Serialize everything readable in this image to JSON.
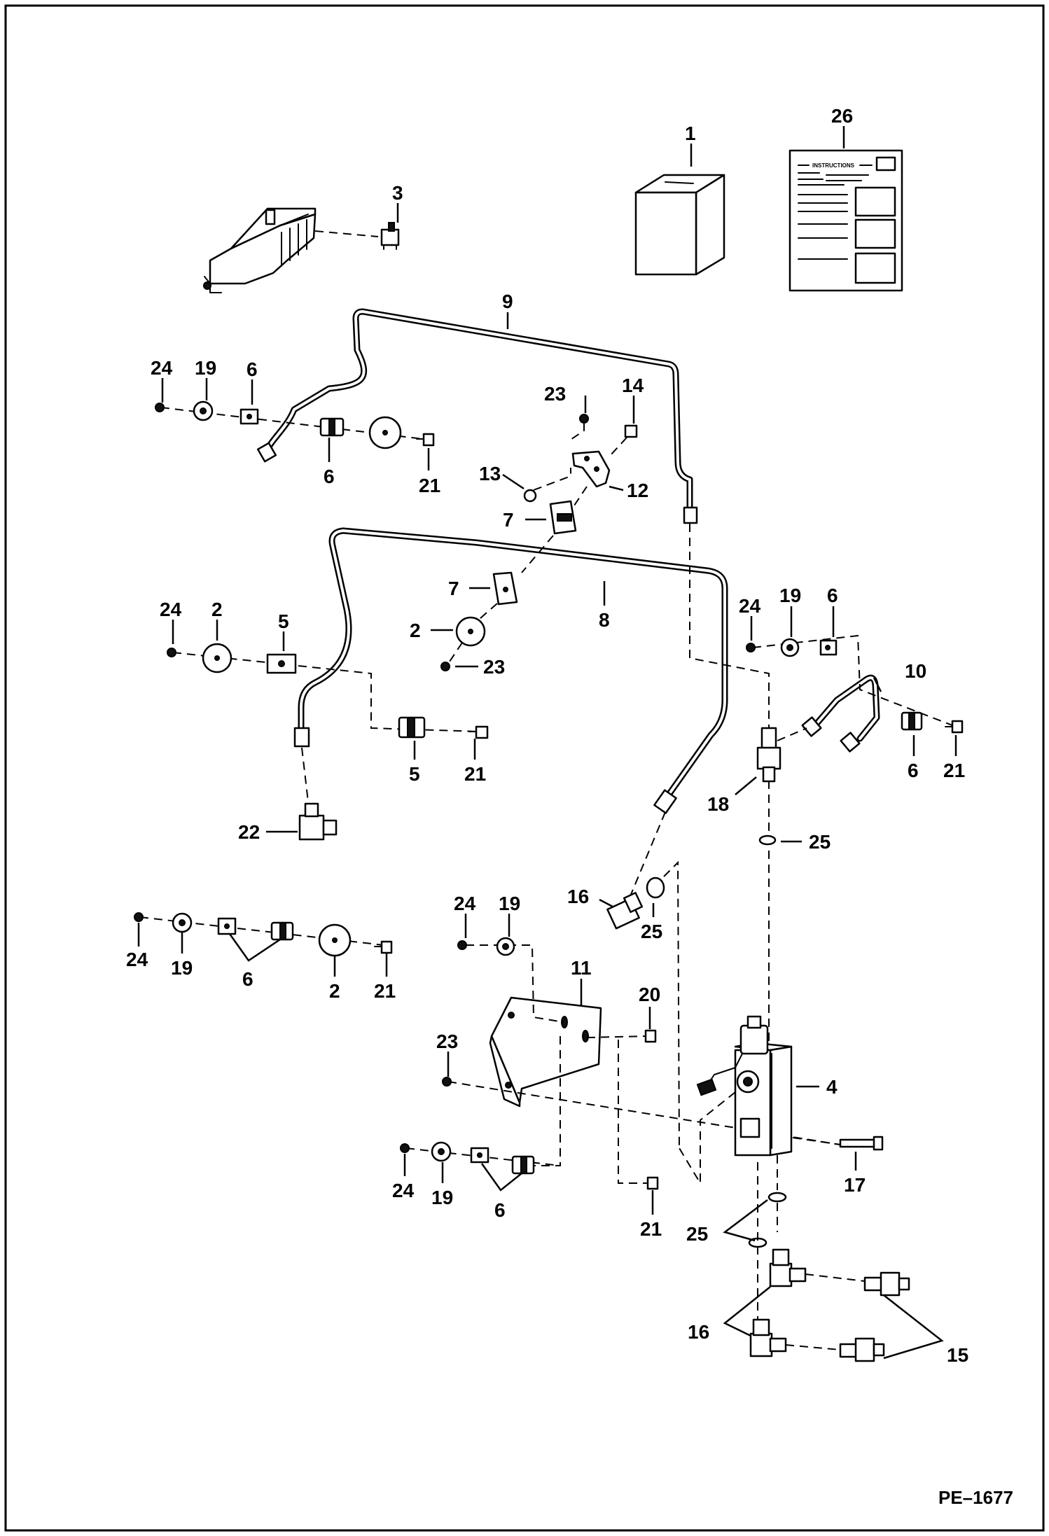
{
  "figure": {
    "reference": "PE–1677",
    "instructions_sheet_title": "INSTRUCTIONS"
  },
  "callouts": [
    {
      "id": "c1",
      "label": "1"
    },
    {
      "id": "c26",
      "label": "26"
    },
    {
      "id": "c3",
      "label": "3"
    },
    {
      "id": "c9",
      "label": "9"
    },
    {
      "id": "c24a",
      "label": "24"
    },
    {
      "id": "c19a",
      "label": "19"
    },
    {
      "id": "c6a",
      "label": "6"
    },
    {
      "id": "c6b",
      "label": "6"
    },
    {
      "id": "c21a",
      "label": "21"
    },
    {
      "id": "c23a",
      "label": "23"
    },
    {
      "id": "c14",
      "label": "14"
    },
    {
      "id": "c13",
      "label": "13"
    },
    {
      "id": "c12",
      "label": "12"
    },
    {
      "id": "c7a",
      "label": "7"
    },
    {
      "id": "c7b",
      "label": "7"
    },
    {
      "id": "c8",
      "label": "8"
    },
    {
      "id": "c2a",
      "label": "2"
    },
    {
      "id": "c23b",
      "label": "23"
    },
    {
      "id": "c24b",
      "label": "24"
    },
    {
      "id": "c2b",
      "label": "2"
    },
    {
      "id": "c5a",
      "label": "5"
    },
    {
      "id": "c5b",
      "label": "5"
    },
    {
      "id": "c21b",
      "label": "21"
    },
    {
      "id": "c22",
      "label": "22"
    },
    {
      "id": "c24c",
      "label": "24"
    },
    {
      "id": "c19c",
      "label": "19"
    },
    {
      "id": "c6c",
      "label": "6"
    },
    {
      "id": "c10",
      "label": "10"
    },
    {
      "id": "c6d",
      "label": "6"
    },
    {
      "id": "c21c",
      "label": "21"
    },
    {
      "id": "c18",
      "label": "18"
    },
    {
      "id": "c25a",
      "label": "25"
    },
    {
      "id": "c16a",
      "label": "16"
    },
    {
      "id": "c25b",
      "label": "25"
    },
    {
      "id": "c24d",
      "label": "24"
    },
    {
      "id": "c19d",
      "label": "19"
    },
    {
      "id": "c24e",
      "label": "24"
    },
    {
      "id": "c19e",
      "label": "19"
    },
    {
      "id": "c6e",
      "label": "6"
    },
    {
      "id": "c2c",
      "label": "2"
    },
    {
      "id": "c21d",
      "label": "21"
    },
    {
      "id": "c11",
      "label": "11"
    },
    {
      "id": "c20",
      "label": "20"
    },
    {
      "id": "c23c",
      "label": "23"
    },
    {
      "id": "c4",
      "label": "4"
    },
    {
      "id": "c17",
      "label": "17"
    },
    {
      "id": "c24f",
      "label": "24"
    },
    {
      "id": "c19f",
      "label": "19"
    },
    {
      "id": "c6f",
      "label": "6"
    },
    {
      "id": "c21e",
      "label": "21"
    },
    {
      "id": "c25c",
      "label": "25"
    },
    {
      "id": "c16b",
      "label": "16"
    },
    {
      "id": "c15",
      "label": "15"
    }
  ]
}
